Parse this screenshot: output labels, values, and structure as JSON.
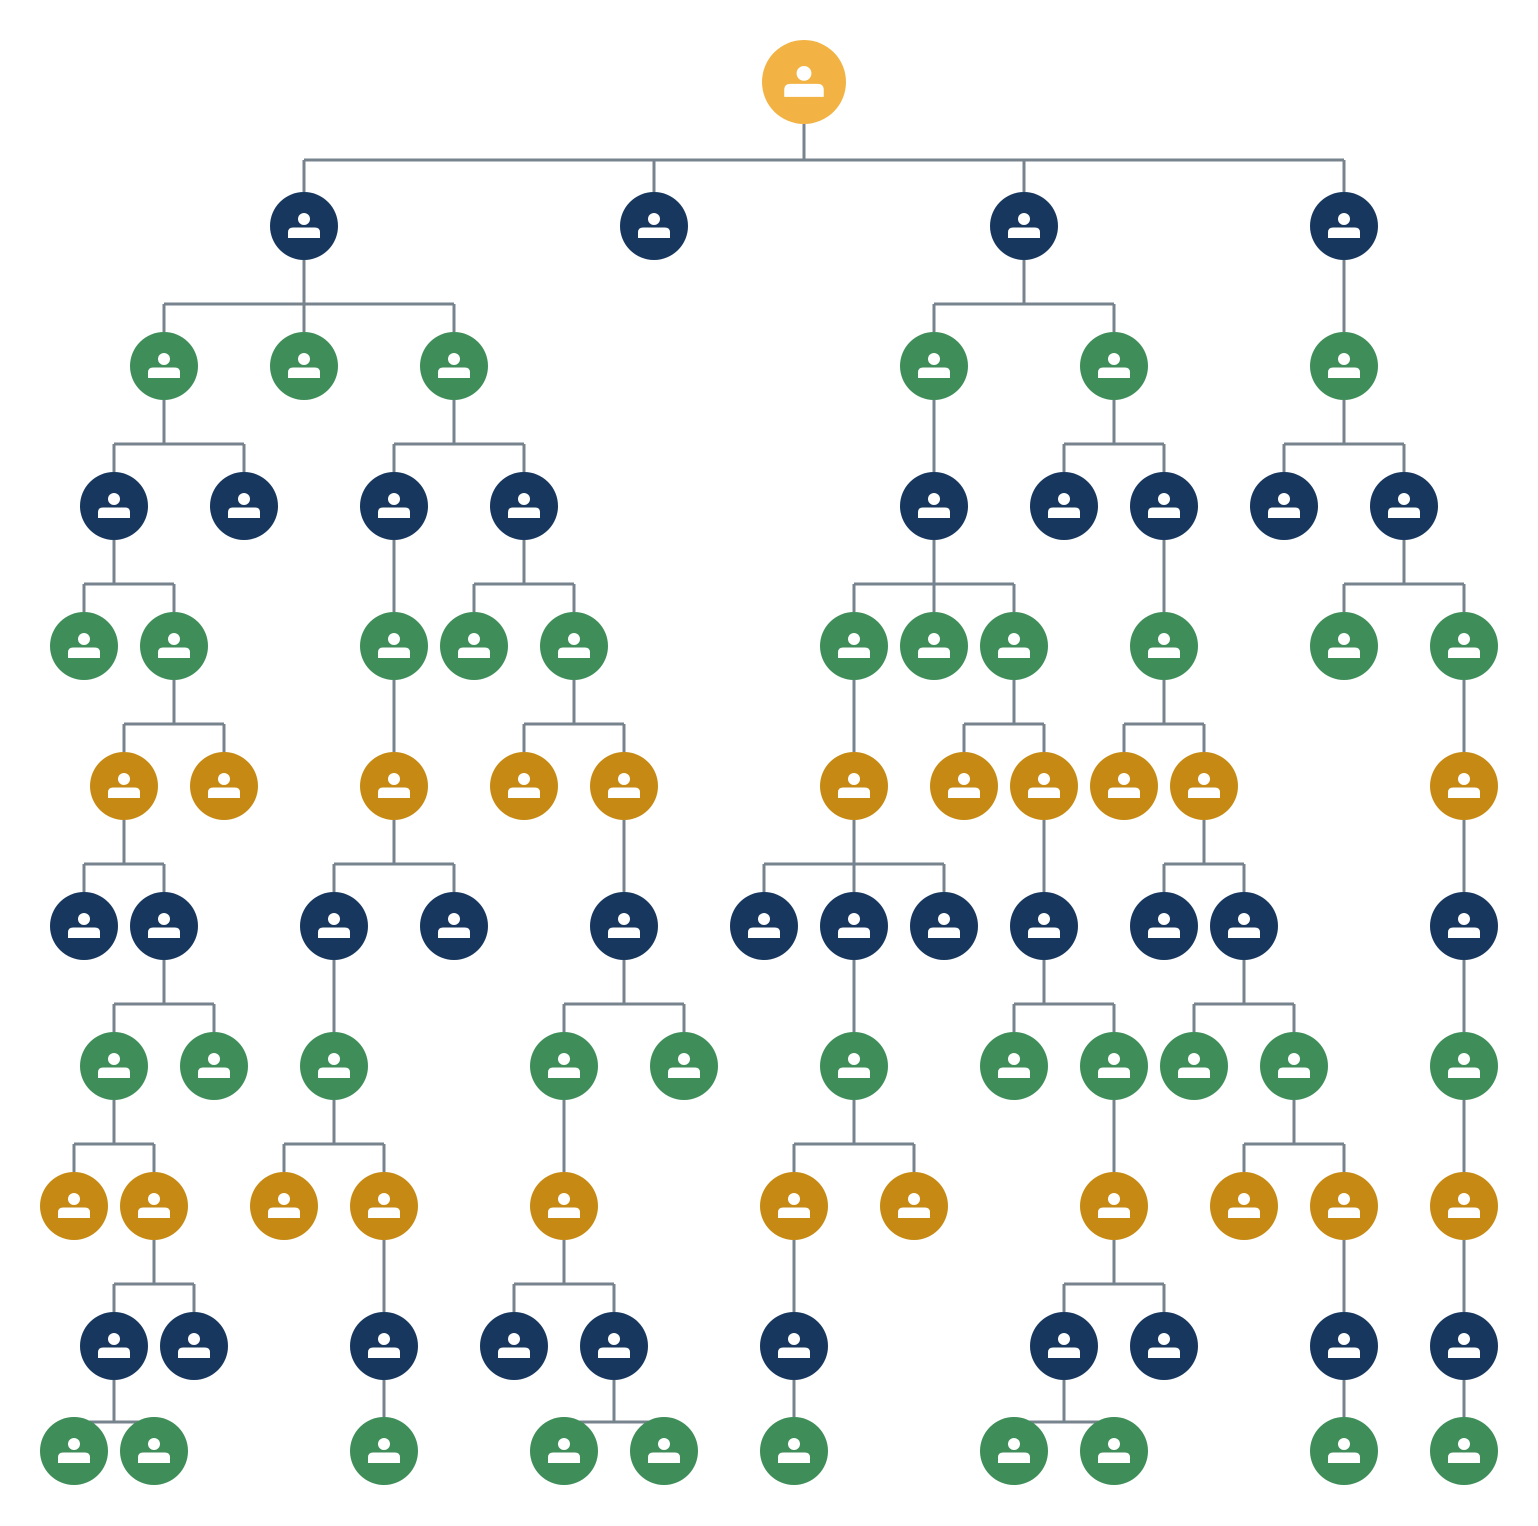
{
  "diagram": {
    "type": "tree",
    "icon": "person-icon",
    "node_colors": {
      "root": "#f2b344",
      "navy": "#17375e",
      "green": "#3f8e5a",
      "amber": "#c68a14"
    },
    "edge_color": "#77838d",
    "rows": [
      [
        {
          "c": "root"
        }
      ],
      [
        {
          "c": "navy",
          "p": 0
        },
        {
          "c": "navy",
          "p": 0
        },
        {
          "c": "navy",
          "p": 0
        },
        {
          "c": "navy",
          "p": 0
        }
      ],
      [
        {
          "c": "green",
          "p": 0
        },
        {
          "c": "green",
          "p": 0
        },
        {
          "c": "green",
          "p": 0
        },
        {
          "c": "green",
          "p": 2
        },
        {
          "c": "green",
          "p": 2
        },
        {
          "c": "green",
          "p": 3
        }
      ],
      [
        {
          "c": "navy",
          "p": 0
        },
        {
          "c": "navy",
          "p": 0
        },
        {
          "c": "navy",
          "p": 2
        },
        {
          "c": "navy",
          "p": 2
        },
        {
          "c": "navy",
          "p": 3
        },
        {
          "c": "navy",
          "p": 4
        },
        {
          "c": "navy",
          "p": 4
        },
        {
          "c": "navy",
          "p": 5
        },
        {
          "c": "navy",
          "p": 5
        }
      ],
      [
        {
          "c": "green",
          "p": 0
        },
        {
          "c": "green",
          "p": 0
        },
        {
          "c": "green",
          "p": 2
        },
        {
          "c": "green",
          "p": 3
        },
        {
          "c": "green",
          "p": 3
        },
        {
          "c": "green",
          "p": 4
        },
        {
          "c": "green",
          "p": 4
        },
        {
          "c": "green",
          "p": 4
        },
        {
          "c": "green",
          "p": 6
        },
        {
          "c": "green",
          "p": 8
        },
        {
          "c": "green",
          "p": 8
        }
      ],
      [
        {
          "c": "amber",
          "p": 1
        },
        {
          "c": "amber",
          "p": 1
        },
        {
          "c": "amber",
          "p": 2
        },
        {
          "c": "amber",
          "p": 4
        },
        {
          "c": "amber",
          "p": 4
        },
        {
          "c": "amber",
          "p": 5
        },
        {
          "c": "amber",
          "p": 7
        },
        {
          "c": "amber",
          "p": 7
        },
        {
          "c": "amber",
          "p": 8
        },
        {
          "c": "amber",
          "p": 8
        },
        {
          "c": "amber",
          "p": 10
        }
      ],
      [
        {
          "c": "navy",
          "p": 0
        },
        {
          "c": "navy",
          "p": 0
        },
        {
          "c": "navy",
          "p": 2
        },
        {
          "c": "navy",
          "p": 2
        },
        {
          "c": "navy",
          "p": 4
        },
        {
          "c": "navy",
          "p": 5
        },
        {
          "c": "navy",
          "p": 5
        },
        {
          "c": "navy",
          "p": 5
        },
        {
          "c": "navy",
          "p": 7
        },
        {
          "c": "navy",
          "p": 9
        },
        {
          "c": "navy",
          "p": 9
        },
        {
          "c": "navy",
          "p": 10
        }
      ],
      [
        {
          "c": "green",
          "p": 1
        },
        {
          "c": "green",
          "p": 1
        },
        {
          "c": "green",
          "p": 2
        },
        {
          "c": "green",
          "p": 4
        },
        {
          "c": "green",
          "p": 4
        },
        {
          "c": "green",
          "p": 6
        },
        {
          "c": "green",
          "p": 8
        },
        {
          "c": "green",
          "p": 8
        },
        {
          "c": "green",
          "p": 10
        },
        {
          "c": "green",
          "p": 10
        },
        {
          "c": "green",
          "p": 11
        }
      ],
      [
        {
          "c": "amber",
          "p": 0
        },
        {
          "c": "amber",
          "p": 0
        },
        {
          "c": "amber",
          "p": 2
        },
        {
          "c": "amber",
          "p": 2
        },
        {
          "c": "amber",
          "p": 3
        },
        {
          "c": "amber",
          "p": 5
        },
        {
          "c": "amber",
          "p": 5
        },
        {
          "c": "amber",
          "p": 7
        },
        {
          "c": "amber",
          "p": 9
        },
        {
          "c": "amber",
          "p": 9
        },
        {
          "c": "amber",
          "p": 10
        }
      ],
      [
        {
          "c": "navy",
          "p": 1
        },
        {
          "c": "navy",
          "p": 1
        },
        {
          "c": "navy",
          "p": 3
        },
        {
          "c": "navy",
          "p": 4
        },
        {
          "c": "navy",
          "p": 4
        },
        {
          "c": "navy",
          "p": 5
        },
        {
          "c": "navy",
          "p": 7
        },
        {
          "c": "navy",
          "p": 7
        },
        {
          "c": "navy",
          "p": 9
        },
        {
          "c": "navy",
          "p": 10
        }
      ],
      [
        {
          "c": "green",
          "p": 0
        },
        {
          "c": "green",
          "p": 0
        },
        {
          "c": "green",
          "p": 2
        },
        {
          "c": "green",
          "p": 4
        },
        {
          "c": "green",
          "p": 4
        },
        {
          "c": "green",
          "p": 5
        },
        {
          "c": "green",
          "p": 6
        },
        {
          "c": "green",
          "p": 6
        },
        {
          "c": "green",
          "p": 8
        },
        {
          "c": "green",
          "p": 9
        }
      ]
    ]
  }
}
